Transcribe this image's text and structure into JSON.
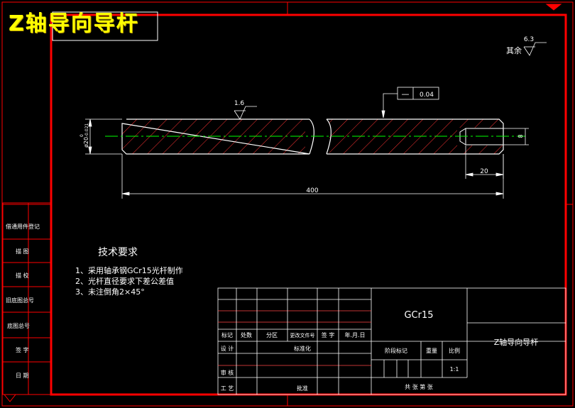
{
  "title_banner": "Z轴导向导杆",
  "colors": {
    "border": "#ff0000",
    "line": "#ffffff",
    "center": "#00ff00",
    "title": "#ffff00"
  },
  "surface_finish": {
    "general_label": "其余",
    "general_value": "6.3",
    "local_value": "1.6"
  },
  "tolerance_frame": {
    "symbol": "—",
    "value": "0.04"
  },
  "dimensions": {
    "diameter": "ø20",
    "diameter_upper": "0",
    "diameter_lower": "-0.021",
    "length": "400",
    "hole_depth": "20",
    "hole_dia": "8"
  },
  "tech_requirements": {
    "heading": "技术要求",
    "items": [
      "1、采用轴承钢GCr15光杆制作",
      "2、光杆直径要求下差公差值",
      "3、未注倒角2×45°"
    ]
  },
  "side_panel": [
    "借通用件登记",
    "描 图",
    "描 校",
    "旧底图总号",
    "底图总号",
    "签 字",
    "日 期"
  ],
  "title_block": {
    "material": "GCr15",
    "part_name": "Z轴导向导杆",
    "headers": [
      "标记",
      "处数",
      "分区",
      "更改文件号",
      "签 字",
      "年.月.日"
    ],
    "roles": [
      "设 计",
      "标准化",
      "审 核",
      "工 艺",
      "批准"
    ],
    "stage_label": "阶段标记",
    "weight_label": "重量",
    "scale_label": "比例",
    "scale_value": "1:1",
    "sheets": "共  张  第  张"
  }
}
